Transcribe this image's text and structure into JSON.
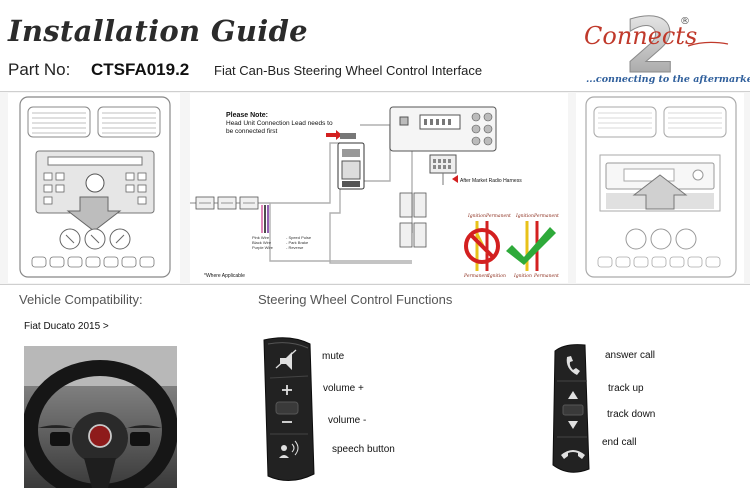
{
  "header": {
    "title": "Installation Guide",
    "part_label": "Part No:",
    "part_number": "CTSFA019.2",
    "product_name": "Fiat Can-Bus Steering Wheel Control Interface"
  },
  "logo": {
    "digit": "2",
    "wordmark": "Connects",
    "registered": "®",
    "tagline": "...connecting to the aftermarket",
    "accent_color": "#c0392b",
    "primary_color": "#2f5f9c"
  },
  "diagram": {
    "note_title": "Please Note:",
    "note_body_line1": "Head Unit Connection Lead needs to",
    "note_body_line2": "be connected first",
    "harness_label": "After Market Radio Harness",
    "footnote": "*Where Applicable",
    "wire_legend": {
      "col1": [
        "Pink Wire",
        "Black Wire",
        "Purple Wire"
      ],
      "col2": [
        "- Speed Pulse",
        "- Park Brake",
        "- Reverse"
      ]
    },
    "ignition_label": "Ignition",
    "permanent_label": "Permanent"
  },
  "compatibility": {
    "heading": "Vehicle Compatibility:",
    "vehicle": "Fiat Ducato 2015 >"
  },
  "functions": {
    "heading": "Steering Wheel Control Functions",
    "left": [
      {
        "icon": "mute-icon",
        "label": "mute"
      },
      {
        "icon": "volume-up-icon",
        "label": "volume +"
      },
      {
        "icon": "volume-down-icon",
        "label": "volume -"
      },
      {
        "icon": "speech-icon",
        "label": "speech button"
      }
    ],
    "right": [
      {
        "icon": "answer-call-icon",
        "label": "answer call"
      },
      {
        "icon": "track-up-icon",
        "label": "track up"
      },
      {
        "icon": "track-down-icon",
        "label": "track down"
      },
      {
        "icon": "end-call-icon",
        "label": "end call"
      }
    ]
  },
  "colors": {
    "warning_red": "#d32020",
    "ok_green": "#2eaa3a",
    "wire_yellow": "#e8c21a"
  }
}
